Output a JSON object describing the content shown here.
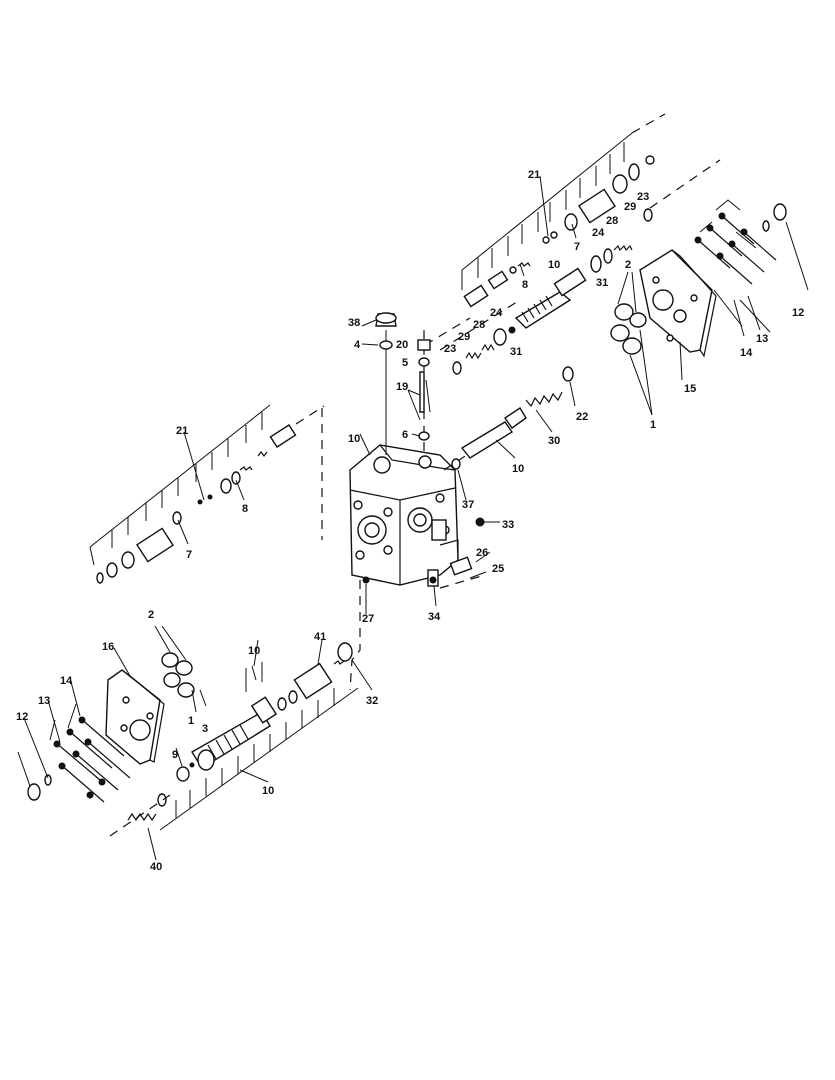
{
  "callouts": [
    {
      "id": "c21a",
      "text": "21"
    },
    {
      "id": "c8a",
      "text": "8"
    },
    {
      "id": "c7a",
      "text": "7"
    },
    {
      "id": "c23a",
      "text": "23"
    },
    {
      "id": "c29a",
      "text": "29"
    },
    {
      "id": "c28a",
      "text": "28"
    },
    {
      "id": "c24a",
      "text": "24"
    },
    {
      "id": "c31a",
      "text": "31"
    },
    {
      "id": "c10a",
      "text": "10"
    },
    {
      "id": "c2a",
      "text": "2"
    },
    {
      "id": "c1a",
      "text": "1"
    },
    {
      "id": "c15",
      "text": "15"
    },
    {
      "id": "c14a",
      "text": "14"
    },
    {
      "id": "c13a",
      "text": "13"
    },
    {
      "id": "c12a",
      "text": "12"
    },
    {
      "id": "c23b",
      "text": "23"
    },
    {
      "id": "c29b",
      "text": "29"
    },
    {
      "id": "c28b",
      "text": "28"
    },
    {
      "id": "c24b",
      "text": "24"
    },
    {
      "id": "c31b",
      "text": "31"
    },
    {
      "id": "c38",
      "text": "38"
    },
    {
      "id": "c4",
      "text": "4"
    },
    {
      "id": "c20",
      "text": "20"
    },
    {
      "id": "c5",
      "text": "5"
    },
    {
      "id": "c19",
      "text": "19"
    },
    {
      "id": "c6",
      "text": "6"
    },
    {
      "id": "c22",
      "text": "22"
    },
    {
      "id": "c30",
      "text": "30"
    },
    {
      "id": "c10b",
      "text": "10"
    },
    {
      "id": "c37",
      "text": "37"
    },
    {
      "id": "c33",
      "text": "33"
    },
    {
      "id": "c10c",
      "text": "10"
    },
    {
      "id": "c21b",
      "text": "21"
    },
    {
      "id": "c8b",
      "text": "8"
    },
    {
      "id": "c7b",
      "text": "7"
    },
    {
      "id": "c26",
      "text": "26"
    },
    {
      "id": "c25",
      "text": "25"
    },
    {
      "id": "c34",
      "text": "34"
    },
    {
      "id": "c27",
      "text": "27"
    },
    {
      "id": "c41",
      "text": "41"
    },
    {
      "id": "c32",
      "text": "32"
    },
    {
      "id": "c2b",
      "text": "2"
    },
    {
      "id": "c3",
      "text": "3"
    },
    {
      "id": "c1b",
      "text": "1"
    },
    {
      "id": "c10d",
      "text": "10"
    },
    {
      "id": "c16",
      "text": "16"
    },
    {
      "id": "c14b",
      "text": "14"
    },
    {
      "id": "c13b",
      "text": "13"
    },
    {
      "id": "c12b",
      "text": "12"
    },
    {
      "id": "c9",
      "text": "9"
    },
    {
      "id": "c10e",
      "text": "10"
    },
    {
      "id": "c40",
      "text": "40"
    }
  ]
}
